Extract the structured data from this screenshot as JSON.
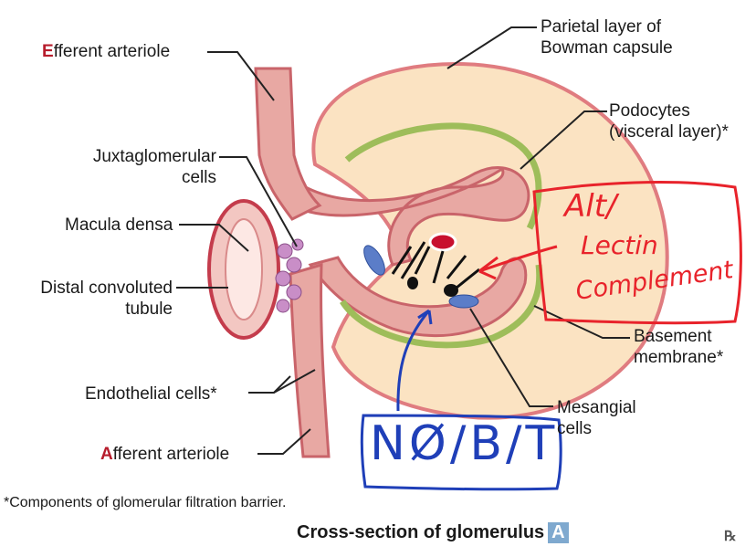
{
  "labels": {
    "efferent_first": "E",
    "efferent_rest": "fferent arteriole",
    "parietal_1": "Parietal layer of",
    "parietal_2": "Bowman capsule",
    "podocytes_1": "Podocytes",
    "podocytes_2": "(visceral layer)*",
    "juxta_1": "Juxtaglomerular",
    "juxta_2": "cells",
    "macula": "Macula densa",
    "distal_1": "Distal convoluted",
    "distal_2": "tubule",
    "basement_1": "Basement",
    "basement_2": "membrane*",
    "endothelial": "Endothelial cells*",
    "mesangial_1": "Mesangial",
    "mesangial_2": "cells",
    "afferent_first": "A",
    "afferent_rest": "fferent arteriole"
  },
  "footnote": "*Components of glomerular filtration barrier.",
  "caption": "Cross-section of glomerulus",
  "caption_badge": "A",
  "rx_mark": "℞",
  "handwriting": {
    "red_1": "Alt/",
    "red_2": "Lectin",
    "red_3": "Complement",
    "blue": "NØ/B/T"
  },
  "colors": {
    "vessel": "#e8a8a3",
    "vessel_edge": "#c9646a",
    "capsule": "#fbe3c2",
    "podocyte": "#9ebd5a",
    "tubule": "#f3c7c2",
    "jg_cells": "#c98ec7",
    "annotation_red": "#e8232b",
    "annotation_blue": "#1f3fb8"
  }
}
